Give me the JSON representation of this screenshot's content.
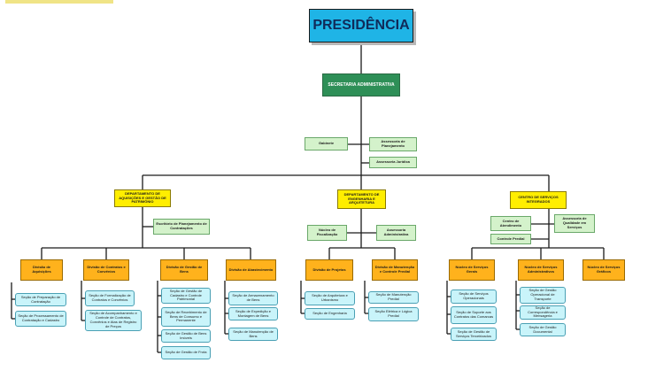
{
  "nodes": {
    "presidencia": "PRESIDÊNCIA",
    "secretaria": "SECRETARIA ADMINISTRATIVA",
    "gabinete": "Gabinete",
    "assessoria_planejamento": "Assessoria de Planejamento",
    "assessoria_juridica": "Assessoria Jurídica",
    "dep_patrimonio": "DEPARTAMENTO DE AQUISIÇÕES E GESTÃO DE PATRIMÔNIO",
    "dep_engenharia": "DEPARTAMENTO DE ENGENHARIA E ARQUITETURA",
    "centro_servicos": "CENTRO DE SERVIÇOS INTEGRADOS",
    "escritorio_planejamento": "Escritório de Planejamento de Contratações",
    "nucleo_fiscalizacao": "Núcleo de Fiscalização",
    "assessoria_administrativa": "Assessoria Administrativa",
    "centro_atendimento": "Centro de Atendimento",
    "controle_predial": "Controle Predial",
    "assessoria_qualidade": "Assessoria de Qualidade em Serviços",
    "div_aquisicoes": "Divisão de Aquisições",
    "div_contratos": "Divisão de Contratos e Convênios",
    "div_bens": "Divisão de Gestão de Bens",
    "div_abastecimento": "Divisão de Abastecimento",
    "div_projetos": "Divisão de Projetos",
    "div_manutencao": "Divisão de Manutenção e Controle Predial",
    "nucleo_gerais": "Núcleo de Serviços Gerais",
    "nucleo_administrativos": "Núcleo de Serviços Administrativos",
    "nucleo_graficos": "Núcleo de Serviços Gráficos",
    "s_preparacao": "Seção de Preparação de Contratação",
    "s_processamento": "Seção de Processamento de Contratação e Cadastro",
    "s_formalizacao": "Seção de Formalização de Contratos e Convênios",
    "s_acompanhamento": "Seção de Acompanhamento e Controle de Contratos, Convênios e Atas de Registro de Preços",
    "s_cadastro_bens": "Seção de Gestão de Cadastro e Controle Patrimonial",
    "s_inventario": "Seção de Recebimento de Bens de Consumo e Permanente",
    "s_bens_imoveis": "Seção de Gestão de Bens Imóveis",
    "s_frota": "Seção de Gestão de Frota",
    "s_armazenamento": "Seção de Armazenamento de Bens",
    "s_expedicao": "Seção de Expedição e Montagem de Bens",
    "s_manutencao_bens": "Seção de Manutenção de Bens",
    "s_arquitetura": "Seção de Arquitetura e Urbanismo",
    "s_engenharia": "Seção de Engenharia",
    "s_manutencao_predial": "Seção de Manutenção Predial",
    "s_eletrica": "Seção Elétrica e Lógica Predial",
    "s_operacionais": "Seção de Serviços Operacionais",
    "s_suporte": "Seção de Suporte aos Contratos das Comarcas",
    "s_terceirizados": "Seção de Gestão de Serviços Terceirizados",
    "s_transporte": "Seção de Gestão Operacional de Transporte",
    "s_correspondencia": "Seção de Correspondência e Mensageria",
    "s_documental": "Seção de Gestão Documental"
  },
  "colors": {
    "top": "#1fb4e6",
    "secretaria": "#2e8f57",
    "assessoria": "#d4f2cb",
    "departamento": "#ffee00",
    "divisao": "#ffb21c",
    "secao": "#c9f4fa",
    "line": "#1a1a1a"
  }
}
